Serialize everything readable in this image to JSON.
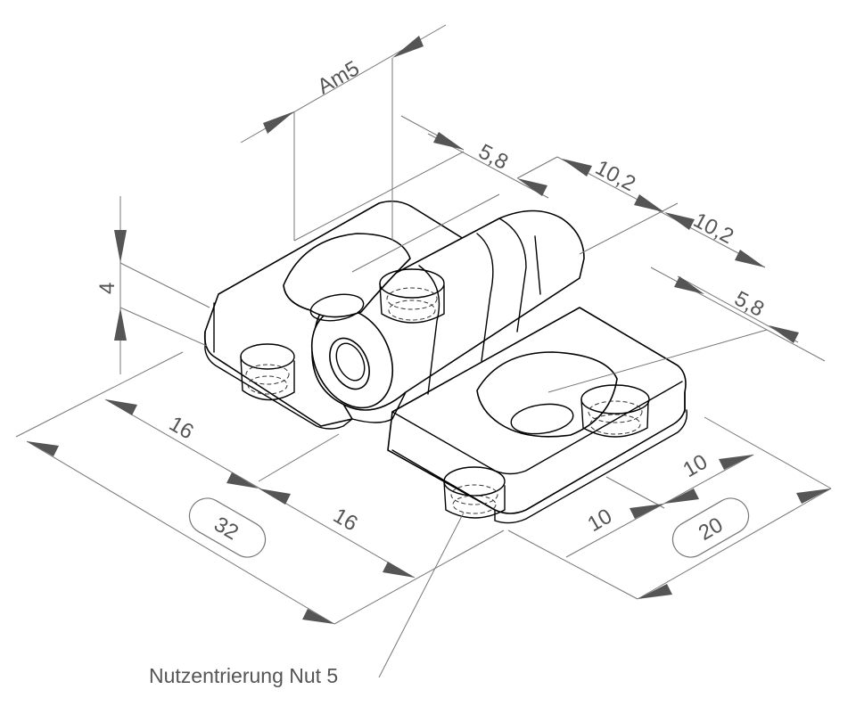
{
  "dimensions": {
    "am5": "Am5",
    "d_5_8_top": "5,8",
    "d_10_2_a": "10,2",
    "d_10_2_b": "10,2",
    "d_5_8_right": "5,8",
    "d_4": "4",
    "d_16_a": "16",
    "d_16_b": "16",
    "d_32": "32",
    "d_10_a": "10",
    "d_10_b": "10",
    "d_20": "20"
  },
  "callout": {
    "label": "Nutzentrierung Nut 5"
  },
  "colors": {
    "dimension": "#777777",
    "part": "#000000"
  }
}
